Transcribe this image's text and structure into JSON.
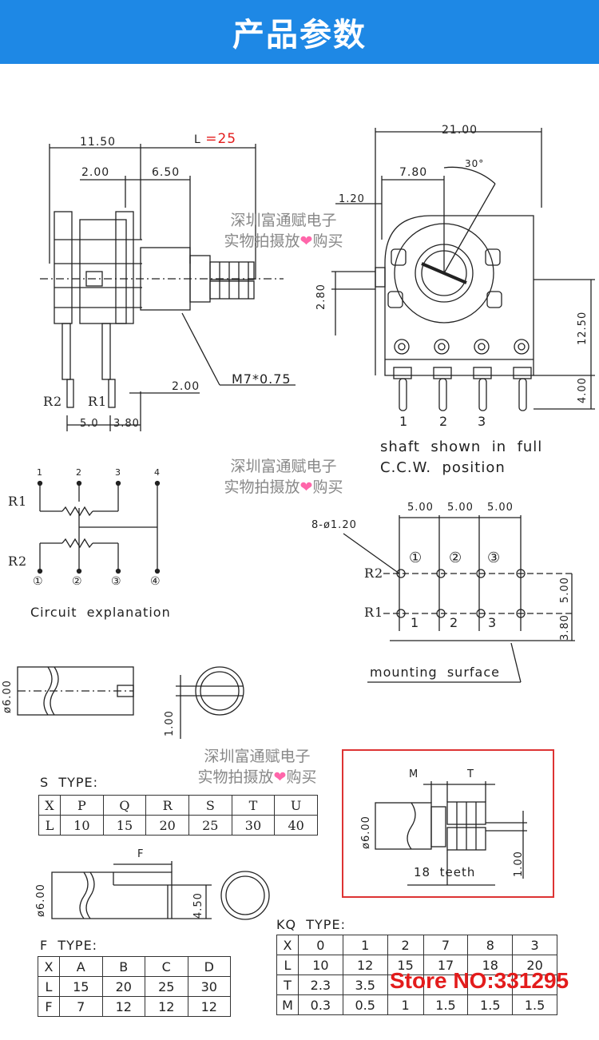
{
  "banner": {
    "title": "产品参数"
  },
  "watermark": {
    "line1": "深圳富通赋电子",
    "line2a": "实物拍摄放",
    "heart": "❤",
    "line2b": "购买"
  },
  "side_view": {
    "dim_top_left": "11.50",
    "dim_L_prefix": "L ",
    "dim_L_value": "=25",
    "dim_2_00_top": "2.00",
    "dim_6_50": "6.50",
    "thread": "M7*0.75",
    "dim_2_00_bottom": "2.00",
    "pin_r2": "R2",
    "pin_r1": "R1",
    "dim_5_0": "5.0",
    "dim_3_80": "3.80"
  },
  "front_view": {
    "dim_21": "21.00",
    "dim_7_80": "7.80",
    "angle": "30°",
    "dim_1_20": "1.20",
    "dim_2_80": "2.80",
    "dim_12_50": "12.50",
    "dim_4_00": "4.00",
    "pins": [
      "1",
      "2",
      "3"
    ],
    "caption_line1": "shaft  shown  in  full",
    "caption_line2": "C.C.W.  position"
  },
  "circuit": {
    "top_pins": [
      "1",
      "2",
      "3",
      "4"
    ],
    "bottom_pins": [
      "①",
      "②",
      "③",
      "④"
    ],
    "r1": "R1",
    "r2": "R2",
    "caption": "Circuit  explanation"
  },
  "mounting": {
    "spacing": [
      "5.00",
      "5.00",
      "5.00"
    ],
    "holes": "8-ø1.20",
    "r2": "R2",
    "r1": "R1",
    "circled": [
      "①",
      "②",
      "③"
    ],
    "numbers": [
      "1",
      "2",
      "3"
    ],
    "dim_5_00": "5.00",
    "dim_3_80": "3.80",
    "caption": "mounting  surface"
  },
  "shaft_views": {
    "dia": "ø6.00",
    "dim_1_00": "1.00",
    "f_label": "F",
    "f_dia": "ø6.00",
    "dim_4_50": "4.50",
    "kq_M": "M",
    "kq_T": "T",
    "kq_dia": "ø6.00",
    "kq_1_00": "1.00",
    "kq_teeth": "18  teeth"
  },
  "s_type": {
    "title": "S  TYPE:",
    "header": [
      "X",
      "P",
      "Q",
      "R",
      "S",
      "T",
      "U"
    ],
    "row": [
      "L",
      "10",
      "15",
      "20",
      "25",
      "30",
      "40"
    ]
  },
  "f_type": {
    "title": "F  TYPE:",
    "rows": [
      [
        "X",
        "A",
        "B",
        "C",
        "D"
      ],
      [
        "L",
        "15",
        "20",
        "25",
        "30"
      ],
      [
        "F",
        "7",
        "12",
        "12",
        "12"
      ]
    ]
  },
  "kq_type": {
    "title": "KQ  TYPE:",
    "rows": [
      [
        "X",
        "0",
        "1",
        "2",
        "7",
        "8",
        "3"
      ],
      [
        "L",
        "10",
        "12",
        "15",
        "17",
        "18",
        "20"
      ],
      [
        "T",
        "2.3",
        "3.5",
        "",
        "",
        "",
        ""
      ],
      [
        "M",
        "0.3",
        "0.5",
        "1",
        "1.5",
        "1.5",
        "1.5"
      ]
    ]
  },
  "store": {
    "label": "Store NO:331295"
  },
  "colors": {
    "banner": "#1e88e5",
    "accent_red": "#e31c1c",
    "watermark": "#888888"
  }
}
